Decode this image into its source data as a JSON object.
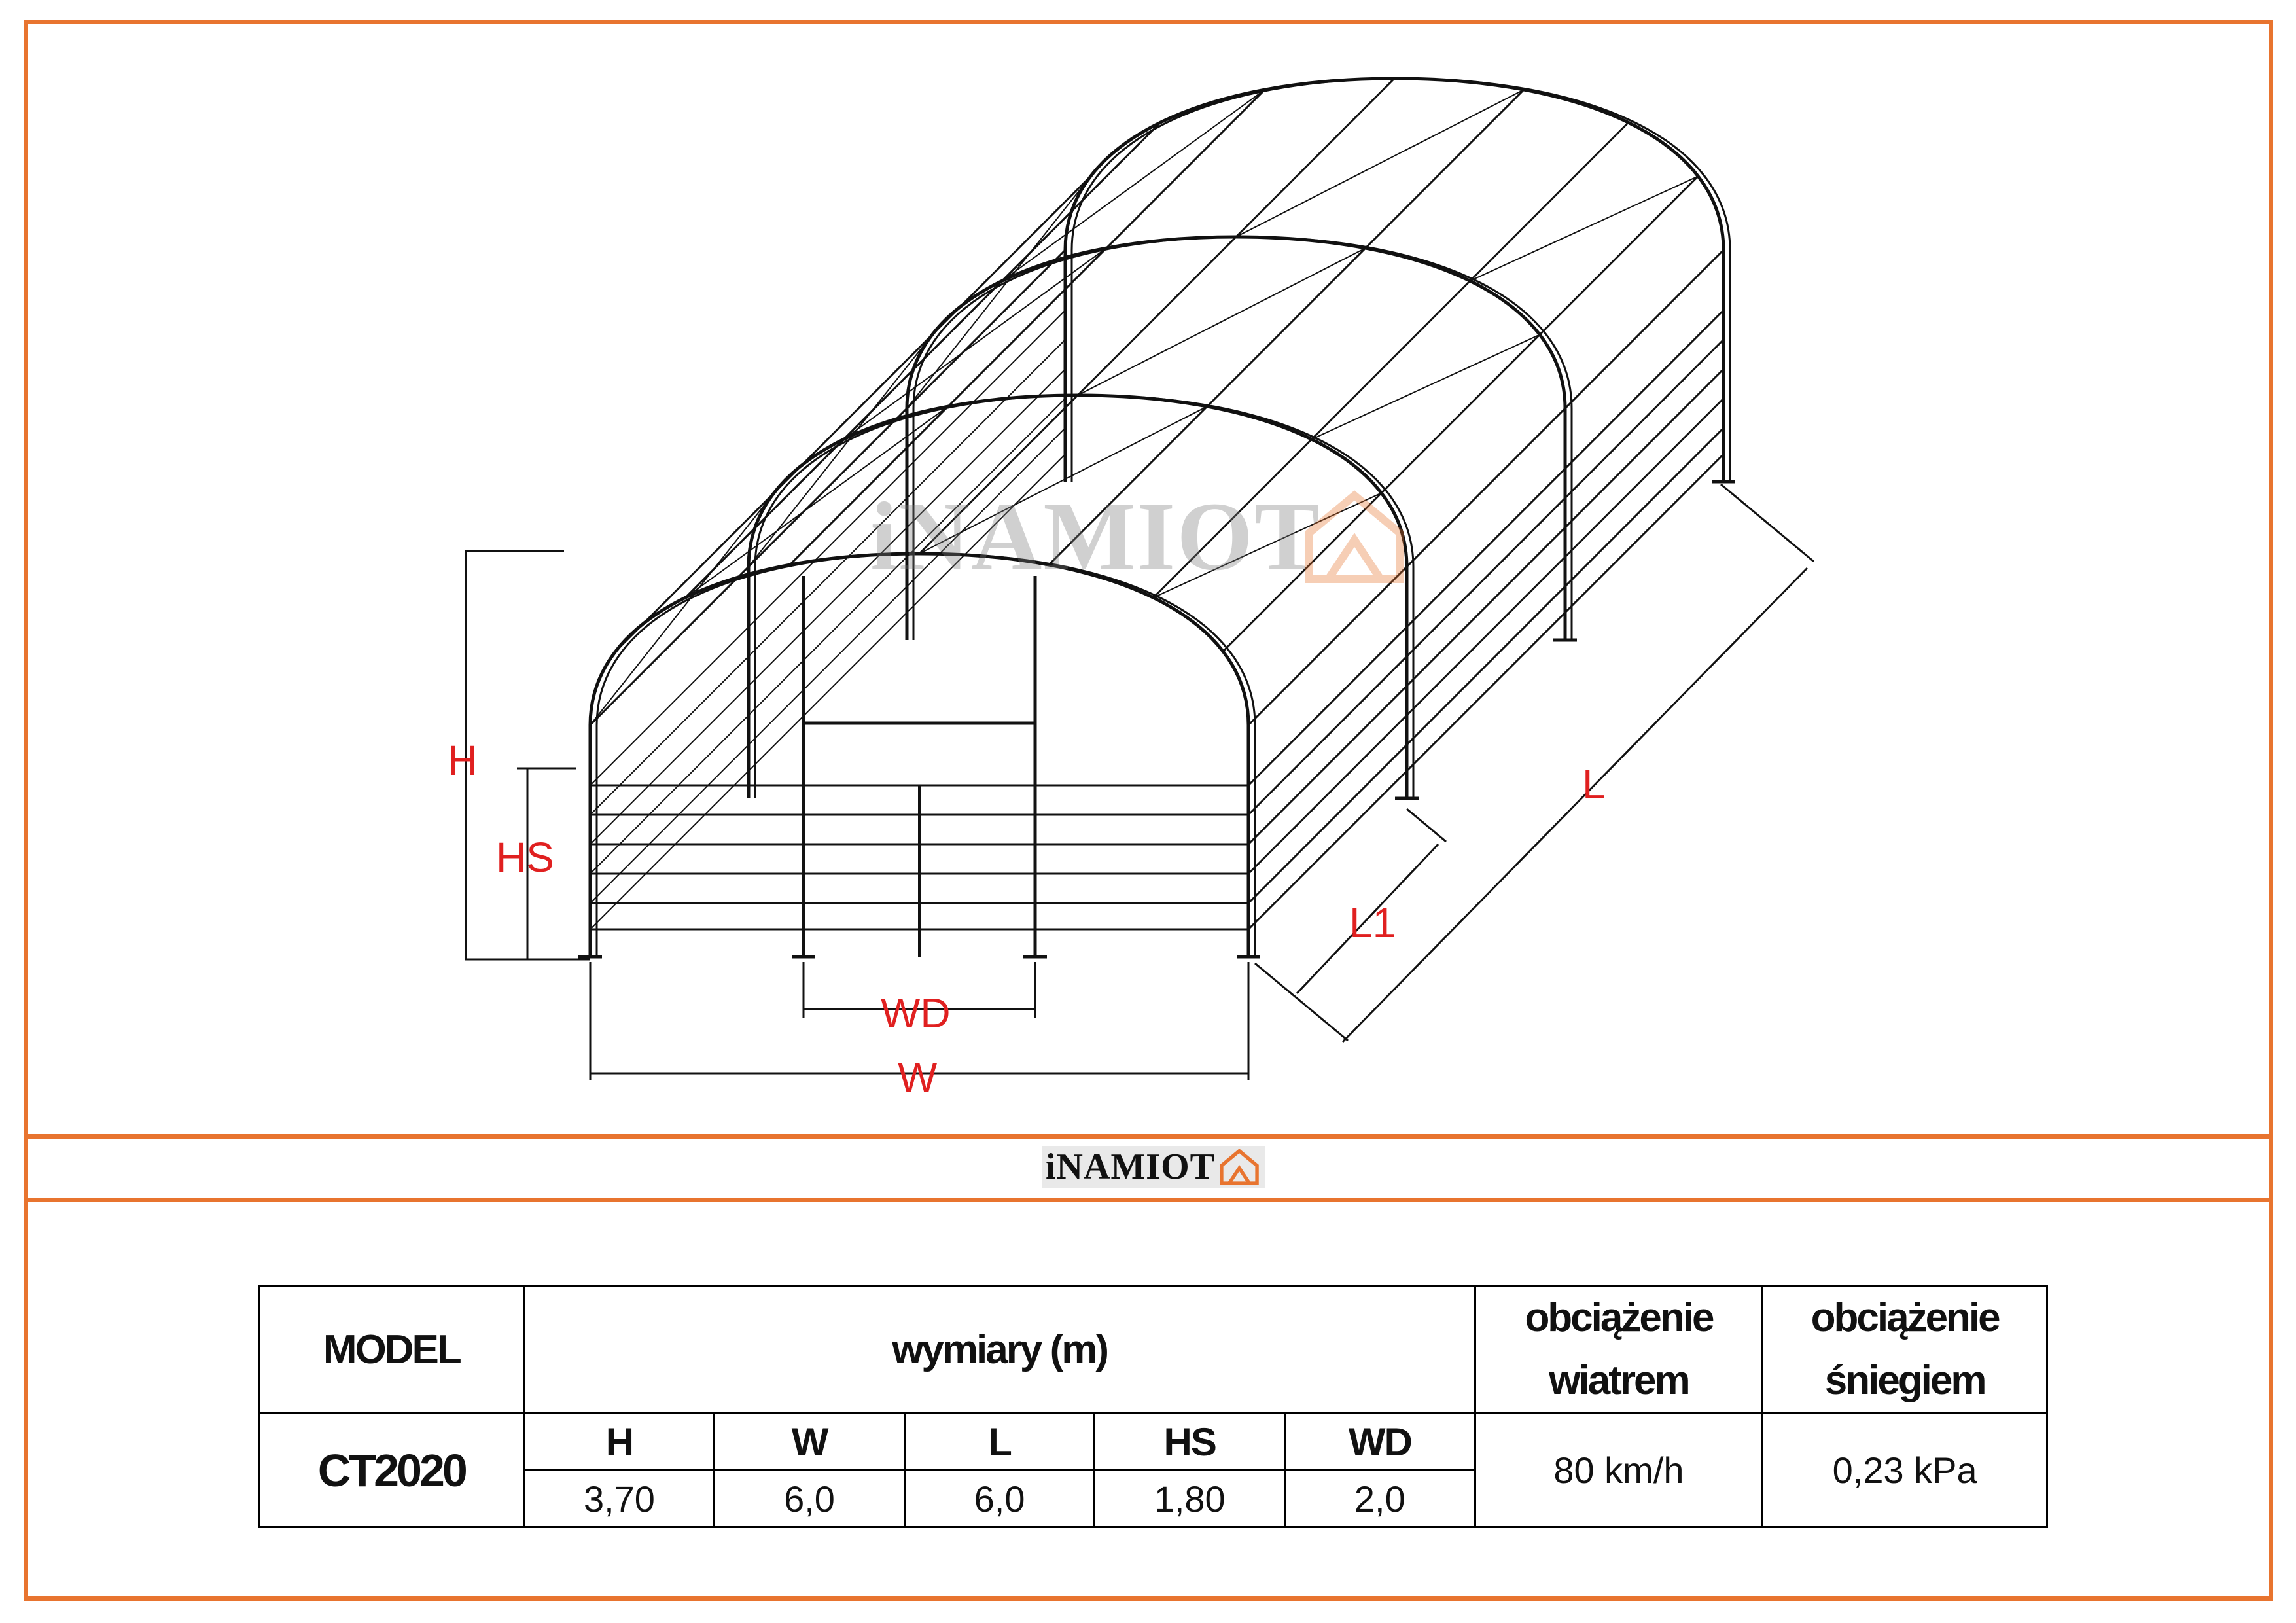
{
  "brand": "iNAMIOT",
  "colors": {
    "frame": "#e8742f",
    "dimension": "#e02020",
    "line": "#111111"
  },
  "dimensions": {
    "H": "H",
    "HS": "HS",
    "W": "W",
    "WD": "WD",
    "L": "L",
    "L1": "L1"
  },
  "table": {
    "model_header": "MODEL",
    "dims_header": "wymiary (m)",
    "wind_header": "obciążenie wiatrem",
    "snow_header": "obciążenie śniegiem",
    "model": "CT2020",
    "columns": [
      "H",
      "W",
      "L",
      "HS",
      "WD"
    ],
    "values": [
      "3,70",
      "6,0",
      "6,0",
      "1,80",
      "2,0"
    ],
    "wind_load": "80 km/h",
    "snow_load": "0,23 kPa"
  }
}
